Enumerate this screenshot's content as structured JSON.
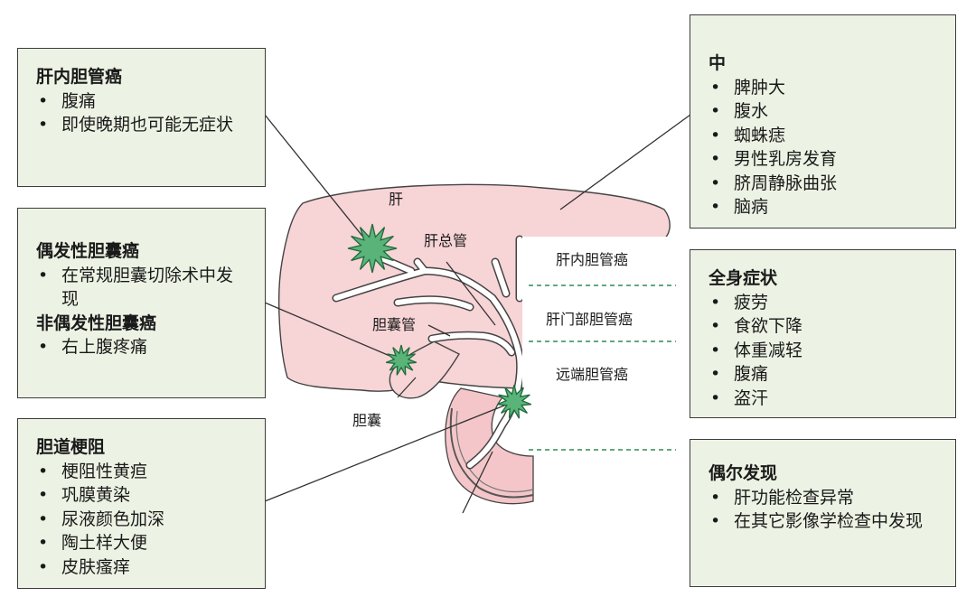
{
  "boxes": {
    "intrahepatic": {
      "title": "肝内胆管癌",
      "items": [
        "腹痛",
        "即使晚期也可能无症状"
      ]
    },
    "gallbladder": {
      "title1": "偶发性胆囊癌",
      "items1": [
        "在常规胆囊切除术中发现"
      ],
      "title2": "非偶发性胆囊癌",
      "items2": [
        "右上腹疼痛"
      ]
    },
    "obstruction": {
      "title": "胆道梗阻",
      "items": [
        "梗阻性黄疸",
        "巩膜黄染",
        "尿液颜色加深",
        "陶土样大便",
        "皮肤瘙痒"
      ]
    },
    "portal": {
      "title": "中",
      "items": [
        "脾肿大",
        "腹水",
        "蜘蛛痣",
        "男性乳房发育",
        "脐周静脉曲张",
        "脑病"
      ]
    },
    "systemic": {
      "title": "全身症状",
      "items": [
        "疲劳",
        "食欲下降",
        "体重减轻",
        "腹痛",
        "盗汗"
      ]
    },
    "incidental": {
      "title": "偶尔发现",
      "items": [
        "肝功能检查异常",
        "在其它影像学检查中发现"
      ]
    }
  },
  "anatomy": {
    "liver": "肝",
    "common_hepatic_duct": "肝总管",
    "cystic_duct": "胆囊管",
    "gallbladder": "胆囊"
  },
  "regions": {
    "intrahepatic": "肝内胆管癌",
    "hilar": "肝门部胆管癌",
    "distal": "远端胆管癌"
  },
  "colors": {
    "box_fill": "#ecf3e4",
    "box_border": "#3c3c3c",
    "liver_fill": "#f7d4d6",
    "organ_outline": "#444444",
    "tumor_fill": "#5ab47a",
    "tumor_stroke": "#1f6b3a",
    "divider": "#2e8b57"
  }
}
